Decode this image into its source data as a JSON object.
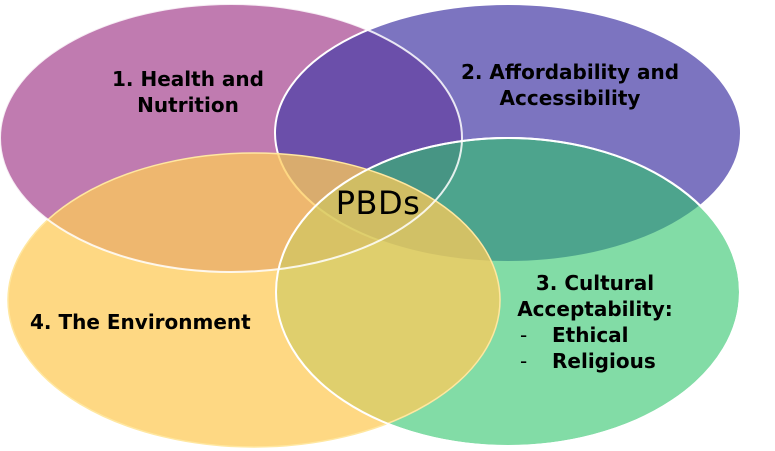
{
  "diagram": {
    "type": "venn",
    "center_label": "PBDs",
    "sets": [
      {
        "id": "health",
        "number": "1.",
        "lines": [
          "1. Health and",
          "Nutrition"
        ],
        "color": "#C07BB0"
      },
      {
        "id": "affordability",
        "number": "2.",
        "lines": [
          "2. Affordability and",
          "Accessibility"
        ],
        "color": "#7D97D6"
      },
      {
        "id": "cultural",
        "number": "3.",
        "lines": [
          "3. Cultural",
          "Acceptability:"
        ],
        "sub_items": [
          {
            "bullet": "-",
            "text": "Ethical"
          },
          {
            "bullet": "-",
            "text": "Religious"
          }
        ],
        "color": "#80E898"
      },
      {
        "id": "environment",
        "number": "4.",
        "lines": [
          "4. The Environment"
        ],
        "color": "#FED981"
      }
    ],
    "outline_color": "#FFFFFF"
  }
}
